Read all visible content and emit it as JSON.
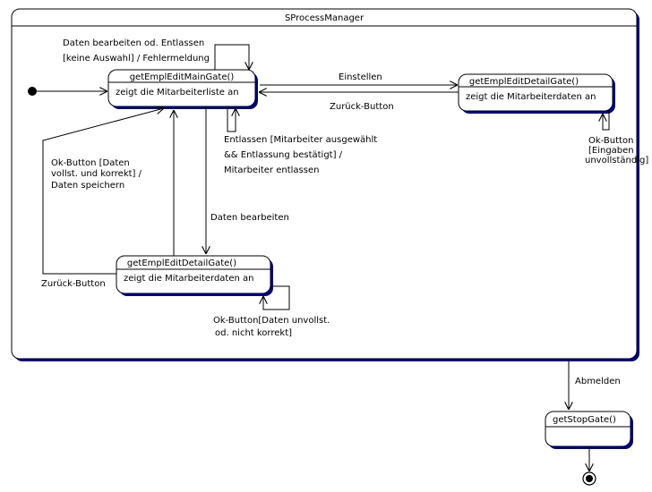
{
  "container": {
    "title": "SProcessManager"
  },
  "states": {
    "main_gate": {
      "name": "getEmplEditMainGate()",
      "activity": "zeigt die Mitarbeiterliste an"
    },
    "detail_gate_right": {
      "name": "getEmplEditDetailGate()",
      "activity": "zeigt die Mitarbeiterdaten an"
    },
    "detail_gate_bottom": {
      "name": "getEmplEditDetailGate()",
      "activity": "zeigt die Mitarbeiterdaten an"
    },
    "stop_gate": {
      "name": "getStopGate()"
    }
  },
  "transitions": {
    "self_main": {
      "line1": "Daten bearbeiten od. Entlassen",
      "line2": "[keine Auswahl] / Fehlermeldung"
    },
    "einstellen": "Einstellen",
    "zurueck_top": "Zurück-Button",
    "entlassen": {
      "line1": "Entlassen [Mitarbeiter ausgewählt",
      "line2": "&& Entlassung bestätigt] /",
      "line3": "Mitarbeiter entlassen"
    },
    "ok_right": {
      "line1": "Ok-Button",
      "line2": "[Eingaben",
      "line3": "unvollständig]"
    },
    "ok_left": {
      "line1": "Ok-Button [Daten",
      "line2": "vollst. und korrekt] /",
      "line3": "Daten speichern"
    },
    "daten_bearbeiten": "Daten bearbeiten",
    "zurueck_bottom": "Zurück-Button",
    "ok_bottom": {
      "line1": "Ok-Button[Daten unvollst.",
      "line2": "od. nicht korrekt]"
    },
    "abmelden": "Abmelden"
  }
}
